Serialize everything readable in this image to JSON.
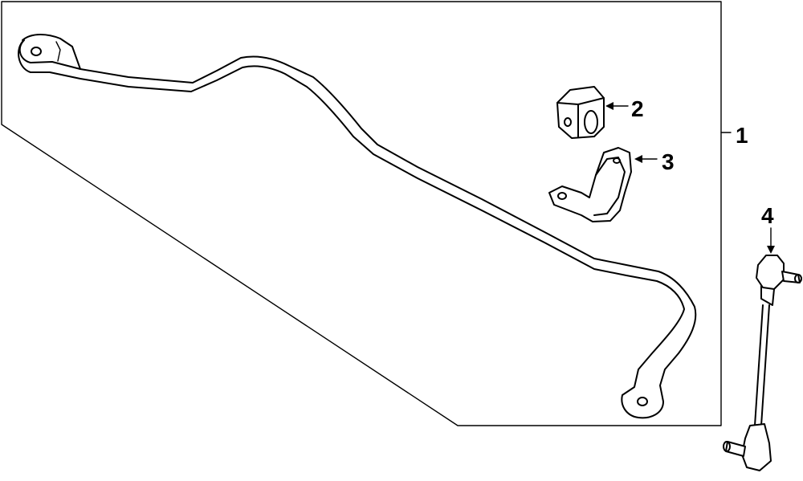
{
  "callouts": {
    "part1": "1",
    "part2": "2",
    "part3": "3",
    "part4": "4"
  },
  "icons": {
    "stabilizer_bar": "stabilizer-bar-icon",
    "bushing": "bushing-icon",
    "bracket": "bushing-bracket-icon",
    "end_link": "stabilizer-link-icon"
  }
}
